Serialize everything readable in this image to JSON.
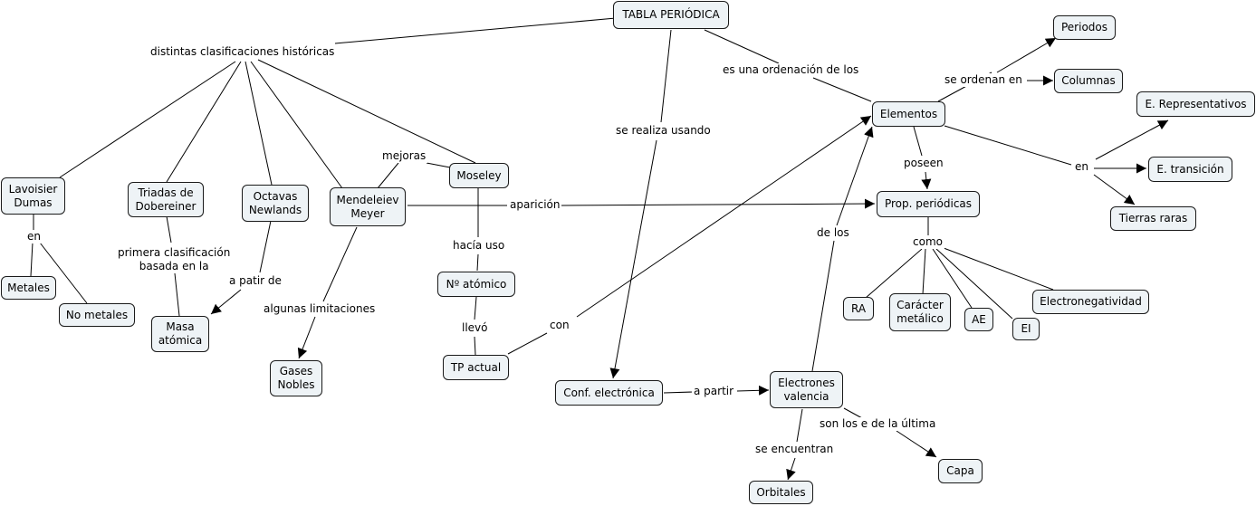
{
  "nodes": {
    "tabla": "TABLA PERIÓDICA",
    "periodos": "Periodos",
    "columnas": "Columnas",
    "elementos": "Elementos",
    "e_repr": "E. Representativos",
    "e_trans": "E. transición",
    "tierras": "Tierras raras",
    "lavoisier": "Lavoisier\nDumas",
    "triadas": "Triadas de\nDobereiner",
    "octavas": "Octavas\nNewlands",
    "mendeleiev": "Mendeleiev\nMeyer",
    "moseley": "Moseley",
    "prop": "Prop. periódicas",
    "metales": "Metales",
    "no_metales": "No metales",
    "masa": "Masa\natómica",
    "n_atomico": "Nº atómico",
    "gases": "Gases\nNobles",
    "tp_actual": "TP actual",
    "ra": "RA",
    "caracter": "Carácter\nmetálico",
    "ae": "AE",
    "ei": "EI",
    "electroneg": "Electronegatividad",
    "conf": "Conf. electrónica",
    "valencia": "Electrones\nvalencia",
    "orbitales": "Orbitales",
    "capa": "Capa"
  },
  "labels": {
    "distintas": "distintas clasificaciones históricas",
    "ordenacion": "es una ordenación de los",
    "se_ordenan": "se ordenan en",
    "se_realiza": "se realiza usando",
    "poseen": "poseen",
    "en_tipos": "en",
    "mejoras": "mejoras",
    "aparicion": "aparición",
    "en_metales": "en",
    "primera": "primera clasificación\nbasada en la",
    "a_patir": "a patir de",
    "hacia_uso": "hacía uso",
    "de_los": "de los",
    "como": "como",
    "algunas": "algunas limitaciones",
    "llevo": "llevó",
    "con": "con",
    "a_partir": "a partir",
    "son_los": "son los e de la última",
    "se_encuentran": "se encuentran"
  }
}
